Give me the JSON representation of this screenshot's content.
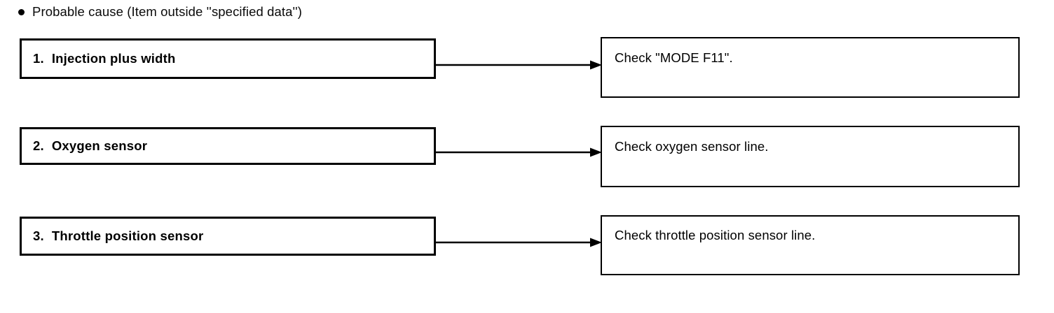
{
  "header": {
    "bullet_icon": "filled-circle-bullet",
    "text": "Probable cause (Item outside ''specified data'')"
  },
  "flow": {
    "rows": [
      {
        "index": "1.",
        "cause": "Injection plus width",
        "arrow_icon": "right-arrow",
        "action": "Check \"MODE F11\"."
      },
      {
        "index": "2.",
        "cause": "Oxygen sensor",
        "arrow_icon": "right-arrow",
        "action": "Check oxygen sensor line."
      },
      {
        "index": "3.",
        "cause": "Throttle position sensor",
        "arrow_icon": "right-arrow",
        "action": "Check throttle position sensor line."
      }
    ]
  },
  "colors": {
    "ink": "#000000",
    "paper": "#ffffff"
  }
}
